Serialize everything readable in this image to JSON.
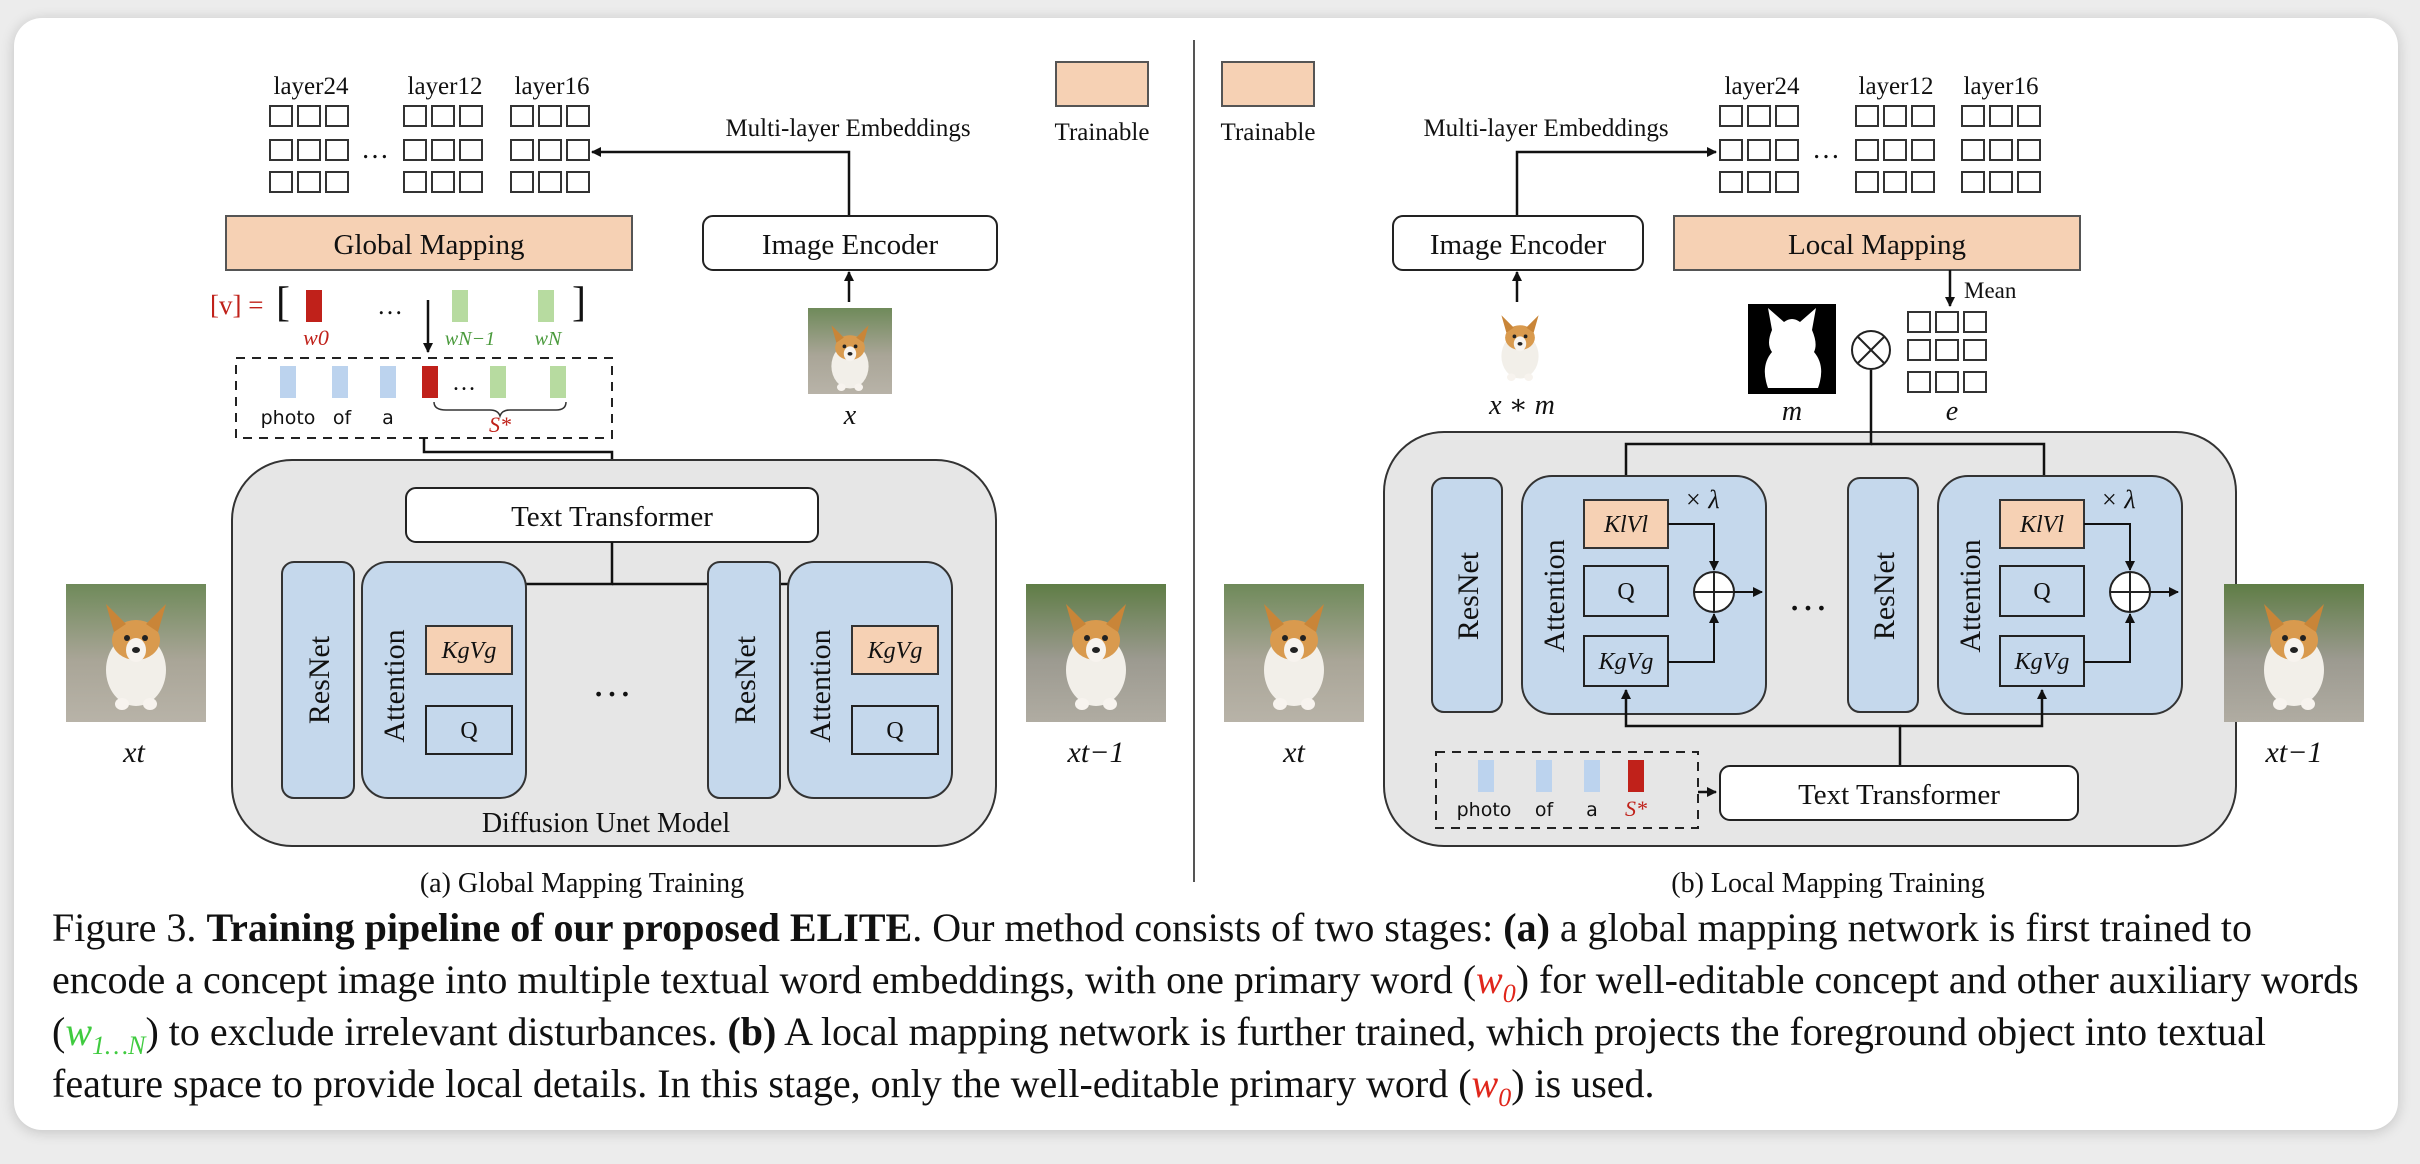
{
  "left": {
    "layer_labels": [
      "layer24",
      "layer12",
      "layer16"
    ],
    "embeddings_label": "Multi-layer Embeddings",
    "trainable_label": "Trainable",
    "global_mapping": "Global Mapping",
    "image_encoder": "Image Encoder",
    "v_label": "[v] =",
    "w0": "w0",
    "wN1": "wN−1",
    "wN": "wN",
    "tokens": [
      "photo",
      "of",
      "a"
    ],
    "s_star": "S*",
    "x_label": "x",
    "text_transformer": "Text Transformer",
    "resnet": "ResNet",
    "attention": "Attention",
    "kv": "KgVg",
    "q": "Q",
    "dots": "…",
    "unet_label": "Diffusion Unet Model",
    "xt": "xt",
    "xt1": "xt−1",
    "subtitle": "(a) Global Mapping Training"
  },
  "right": {
    "trainable_label": "Trainable",
    "embeddings_label": "Multi-layer Embeddings",
    "layer_labels": [
      "layer24",
      "layer12",
      "layer16"
    ],
    "image_encoder": "Image Encoder",
    "local_mapping": "Local Mapping",
    "mean": "Mean",
    "xm": "x ∗ m",
    "m": "m",
    "e": "e",
    "resnet": "ResNet",
    "attention": "Attention",
    "kl": "KlVl",
    "q": "Q",
    "kg": "KgVg",
    "lambda": "× λ",
    "dots": "…",
    "tokens": [
      "photo",
      "of",
      "a"
    ],
    "s_star": "S*",
    "text_transformer": "Text Transformer",
    "xt": "xt",
    "xt1": "xt−1",
    "subtitle": "(b) Local Mapping Training"
  },
  "caption": {
    "prefix": "Figure 3. ",
    "title": "Training pipeline of our proposed ELITE",
    "t1": ". Our method consists of two stages: ",
    "a": "(a)",
    "t2": " a global mapping network is first trained to encode a concept image into multiple textual word embeddings, with one primary word (",
    "w0_base": "w",
    "w0_sub": "0",
    "t3": ") for well-editable concept and other auxiliary words (",
    "w1_base": "w",
    "w1_sub": "1…N",
    "t4": ") to exclude irrelevant disturbances. ",
    "b": "(b)",
    "t5": " A local mapping network is further trained, which projects the foreground object into textual feature space to provide local details. In this stage, only the well-editable primary word (",
    "t6": ") is used."
  },
  "colors": {
    "trainable": "#f6d1b4",
    "attention_blue": "#c5d8ec",
    "unet_gray": "#e6e6e6",
    "red": "#c0211a",
    "green_token": "#b7dba0",
    "blue_token": "#bcd3ee"
  }
}
